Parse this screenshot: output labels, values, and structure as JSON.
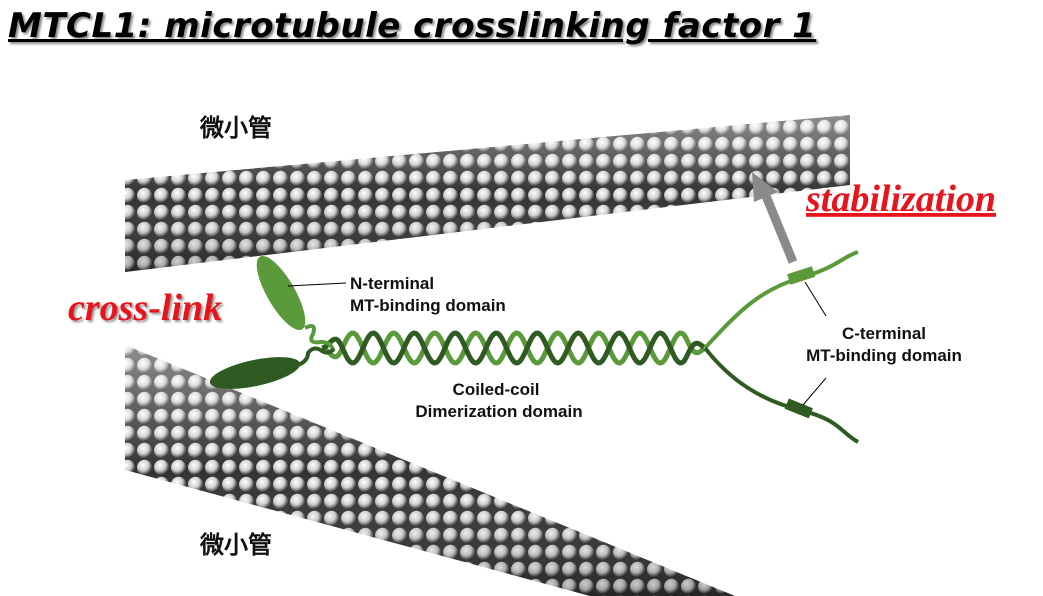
{
  "title": "MTCL1: microtubule crosslinking factor 1",
  "labels": {
    "microtubule_top": "微小管",
    "microtubule_bottom": "微小管",
    "cross_link": "cross-link",
    "stabilization": "stabilization",
    "n_terminal_line1": "N-terminal",
    "n_terminal_line2": "MT-binding domain",
    "coiled_line1": "Coiled-coil",
    "coiled_line2": "Dimerization domain",
    "c_terminal_line1": "C-terminal",
    "c_terminal_line2": "MT-binding domain"
  },
  "colors": {
    "light_green": "#5a9a3a",
    "dark_green": "#2f5a22",
    "accent_red": "#e8141c",
    "arrow_gray": "#8a8a8a"
  }
}
